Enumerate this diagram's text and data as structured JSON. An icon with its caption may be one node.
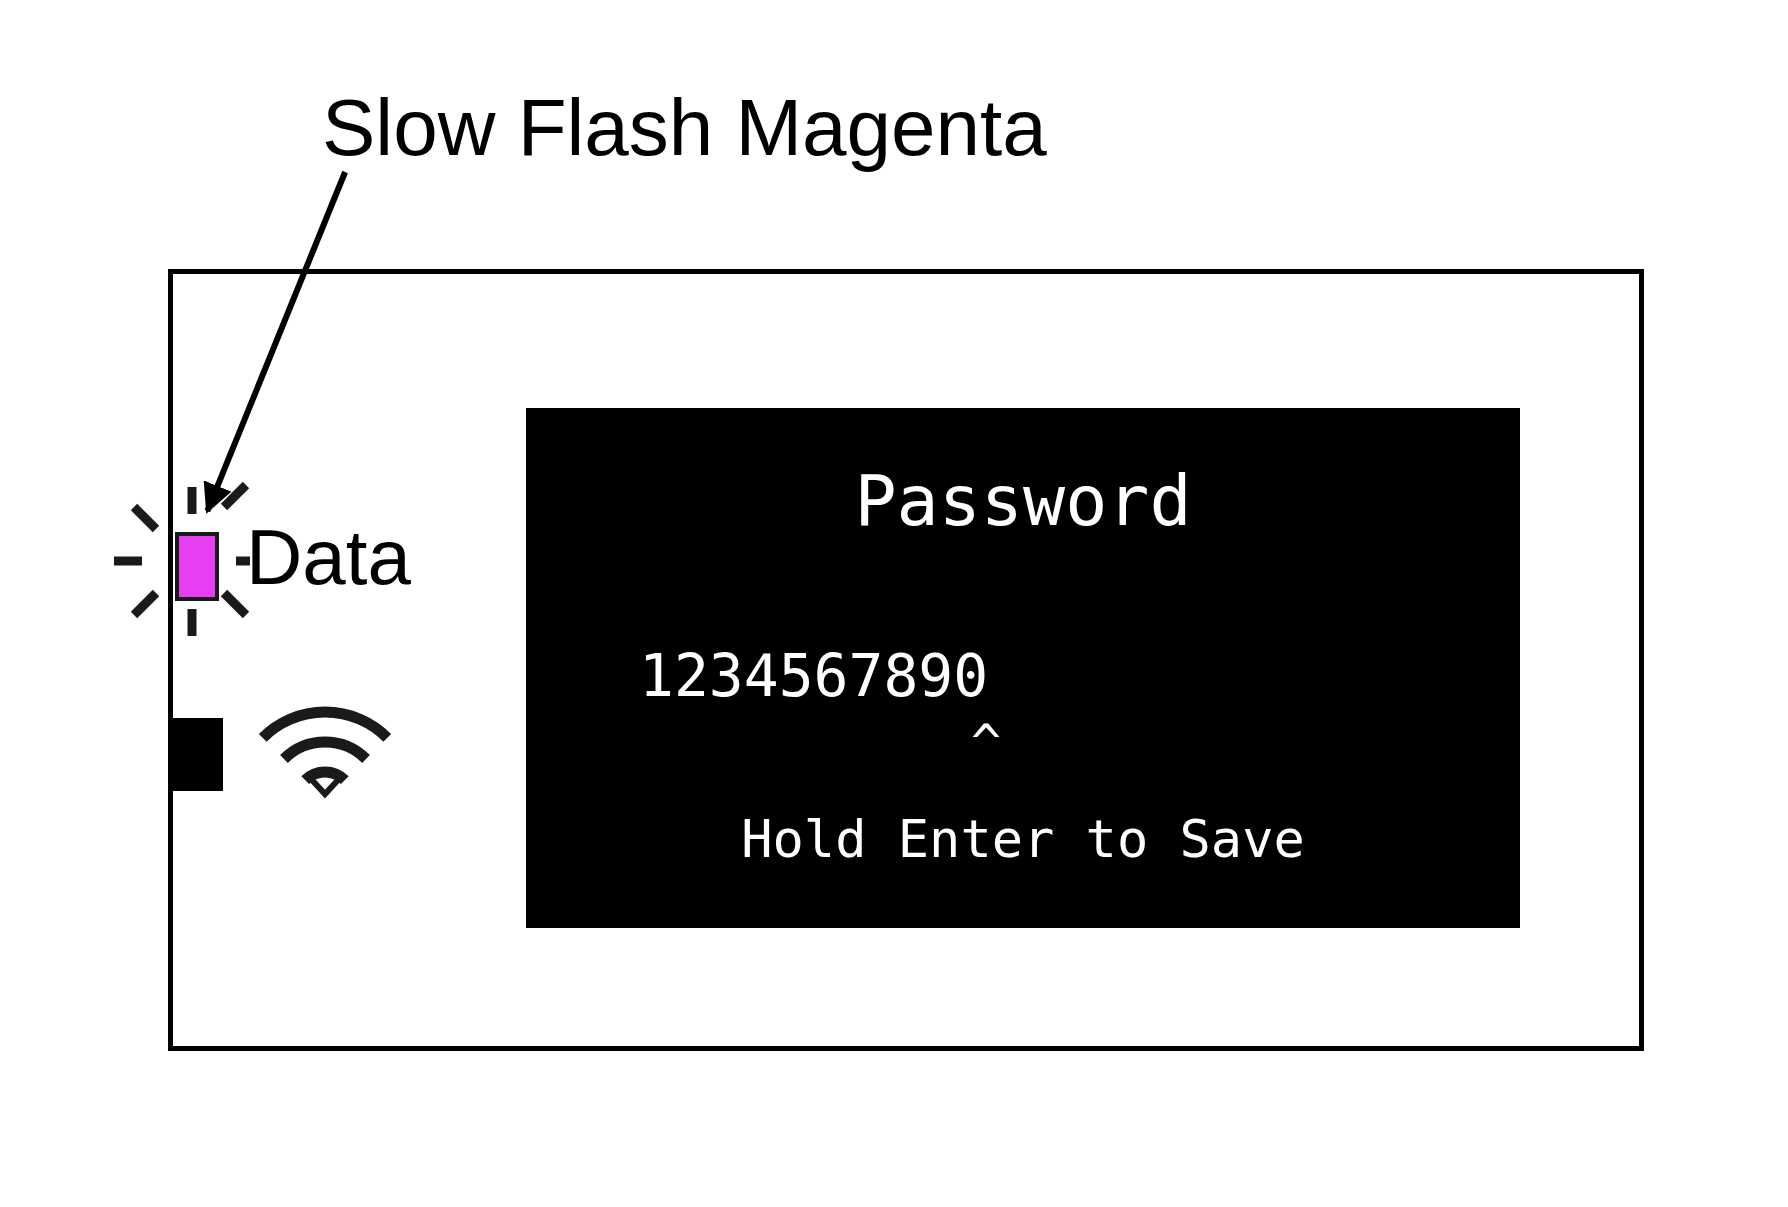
{
  "diagram": {
    "nodes": [
      {
        "text": [
          "Slow Flash Magenta"
        ]
      },
      {
        "text": [],
        "shape": "box"
      },
      {
        "text": [],
        "shape": "box",
        "in": 1
      },
      {
        "text": [
          "Password",
          "1234567890",
          "^",
          "Hold Enter to Save"
        ],
        "in": 1
      },
      {
        "text": [],
        "shape": "box",
        "in": 1
      }
    ],
    "edges": [
      {
        "from": 0,
        "to": 2,
        "arrow": "to"
      }
    ],
    "labels": [
      "Data"
    ]
  }
}
